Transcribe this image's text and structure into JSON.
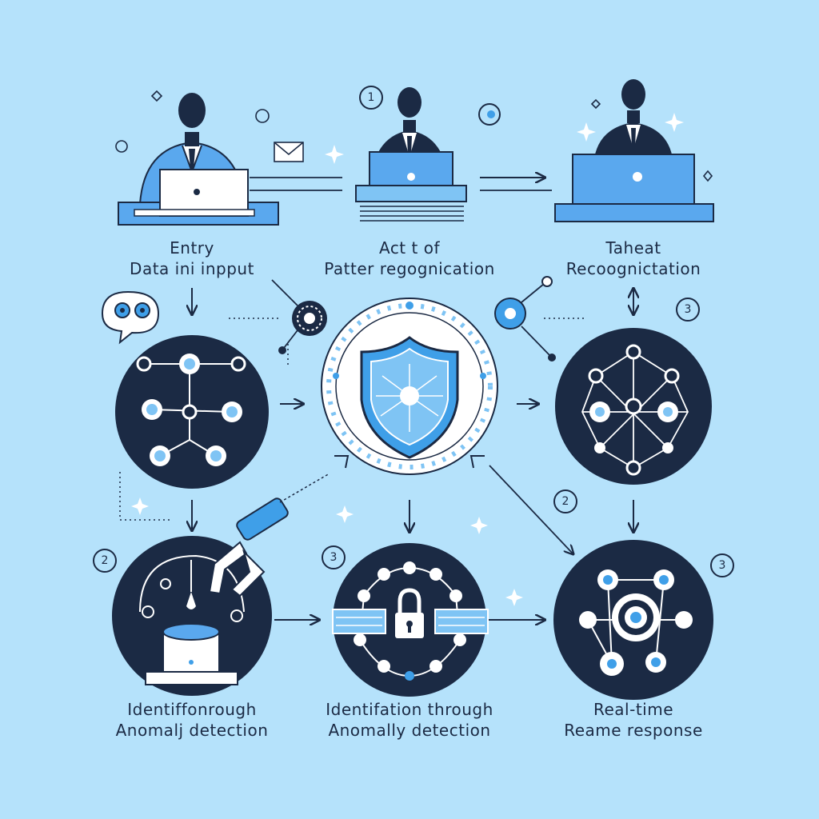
{
  "labels": {
    "entry": {
      "line1": "Entry",
      "line2": "Data ini inpput"
    },
    "pattern": {
      "line1": "Act t of",
      "line2": "Patter regognication"
    },
    "threat": {
      "line1": "Taheat",
      "line2": "Recoognictation"
    },
    "anomaly_left": {
      "line1": "Identiffonrough",
      "line2": "Anomalj detection"
    },
    "anomaly_mid": {
      "line1": "Identifation through",
      "line2": "Anomally detection"
    },
    "realtime": {
      "line1": "Real-time",
      "line2": "Reame response"
    }
  },
  "steps": [
    "1",
    "3",
    "2",
    "2",
    "3",
    "3"
  ],
  "colors": {
    "background": "#b5e2fb",
    "navy": "#1b2a44",
    "accent": "#3f9fe8",
    "light_blue": "#7fc4f4",
    "white": "#ffffff"
  }
}
